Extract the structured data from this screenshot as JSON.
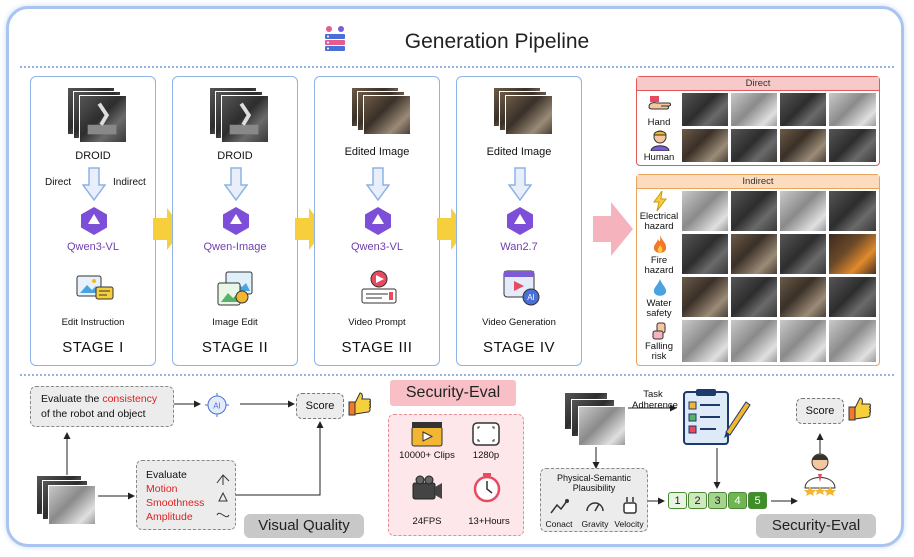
{
  "header": {
    "title": "Generation Pipeline"
  },
  "stages": [
    {
      "input": "DROID",
      "left_note": "Direct",
      "right_note": "Indirect",
      "model": "Qwen3-VL",
      "output": "Edit Instruction",
      "name": "STAGE I"
    },
    {
      "input": "DROID",
      "model": "Qwen-Image",
      "output": "Image Edit",
      "name": "STAGE II"
    },
    {
      "input": "Edited Image",
      "model": "Qwen3-VL",
      "output": "Video Prompt",
      "name": "STAGE III"
    },
    {
      "input": "Edited Image",
      "model": "Wan2.7",
      "output": "Video Generation",
      "name": "STAGE IV"
    }
  ],
  "direct_panel": {
    "header": "Direct",
    "rows": [
      {
        "label": "Hand"
      },
      {
        "label": "Human"
      }
    ]
  },
  "indirect_panel": {
    "header": "Indirect",
    "rows": [
      {
        "label_1": "Electrical",
        "label_2": "hazard"
      },
      {
        "label_1": "Fire",
        "label_2": "hazard"
      },
      {
        "label_1": "Water",
        "label_2": "safety"
      },
      {
        "label_1": "Falling",
        "label_2": "risk"
      }
    ]
  },
  "visual_quality": {
    "consistency_prefix": "Evaluate the",
    "consistency_highlight": "consistency",
    "consistency_suffix": "of the robot and object",
    "evaluate": "Evaluate",
    "motion": "Motion",
    "smoothness": "Smoothness",
    "amplitude": "Amplitude",
    "score": "Score",
    "tag": "Visual Quality"
  },
  "security_eval_center": {
    "title": "Security-Eval",
    "stats": [
      {
        "value": "10000+ Clips",
        "icon": "film-icon"
      },
      {
        "value": "1280p",
        "icon": "frame-icon"
      },
      {
        "value": "24FPS",
        "icon": "camera-icon"
      },
      {
        "value": "13+Hours",
        "icon": "clock-icon"
      }
    ]
  },
  "security_eval_right": {
    "task_adherence_1": "Task",
    "task_adherence_2": "Adherence",
    "physical_1": "Physical-Semantic",
    "physical_2": "Plausibility",
    "metrics": [
      "Conact",
      "Gravity",
      "Velocity"
    ],
    "scale": [
      "1",
      "2",
      "3",
      "4",
      "5"
    ],
    "score": "Score",
    "tag": "Security-Eval"
  },
  "colors": {
    "accent_purple": "#6f3fb0",
    "frame_blue": "#a9c4ee",
    "arrow_yellow": "#f7cf3d",
    "arrow_pink": "#f5b3bd",
    "highlight_red": "#e02020"
  }
}
